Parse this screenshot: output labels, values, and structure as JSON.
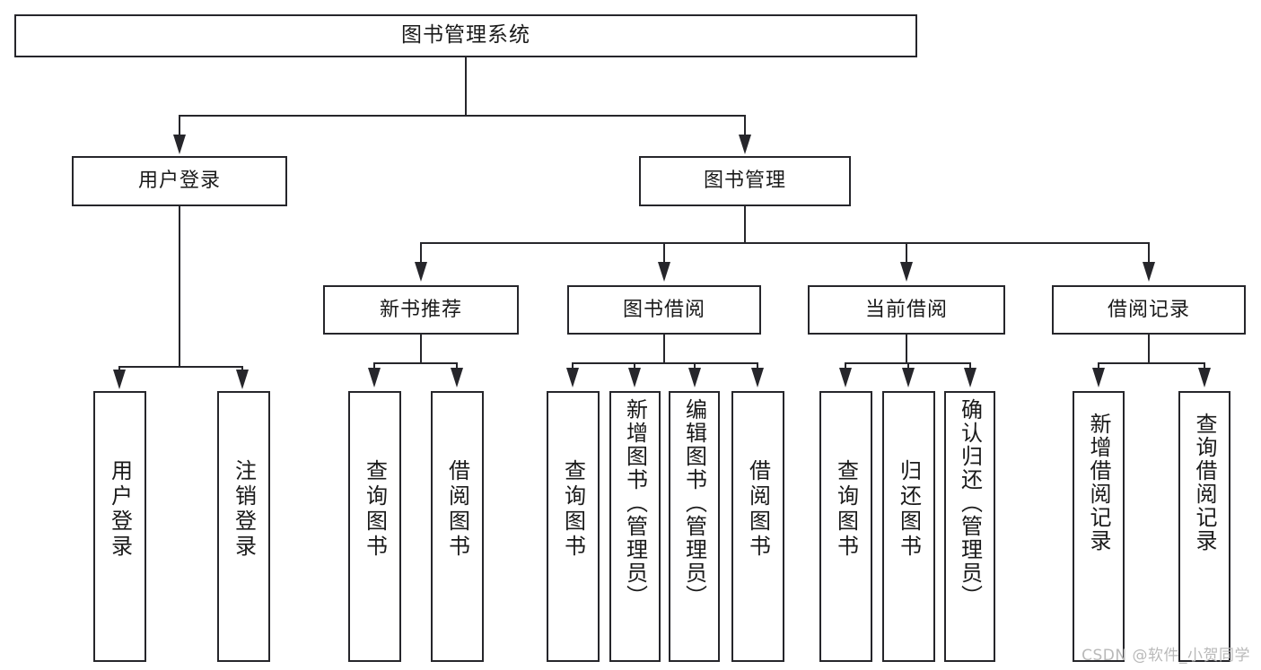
{
  "diagram": {
    "title": "图书管理系统",
    "type": "tree-hierarchy",
    "watermark": "CSDN @软件_小贺同学",
    "root": {
      "label": "图书管理系统"
    },
    "level1": [
      {
        "label": "用户登录"
      },
      {
        "label": "图书管理"
      }
    ],
    "level2": [
      {
        "label": "新书推荐"
      },
      {
        "label": "图书借阅"
      },
      {
        "label": "当前借阅"
      },
      {
        "label": "借阅记录"
      }
    ],
    "leaves": [
      {
        "label": "用户登录",
        "parent": "用户登录"
      },
      {
        "label": "注销登录",
        "parent": "用户登录"
      },
      {
        "label": "查询图书",
        "parent": "新书推荐"
      },
      {
        "label": "借阅图书",
        "parent": "新书推荐"
      },
      {
        "label": "查询图书",
        "parent": "图书借阅"
      },
      {
        "label": "新增图书（管理员）",
        "parent": "图书借阅"
      },
      {
        "label": "编辑图书（管理员）",
        "parent": "图书借阅"
      },
      {
        "label": "借阅图书",
        "parent": "图书借阅"
      },
      {
        "label": "查询图书",
        "parent": "当前借阅"
      },
      {
        "label": "归还图书",
        "parent": "当前借阅"
      },
      {
        "label": "确认归还（管理员）",
        "parent": "当前借阅"
      },
      {
        "label": "新增借阅记录",
        "parent": "借阅记录"
      },
      {
        "label": "查询借阅记录",
        "parent": "借阅记录"
      }
    ],
    "colors": {
      "stroke": "#26262b",
      "fill": "#ffffff",
      "text": "#1a1a1a",
      "watermark": "#b9b9b9"
    }
  }
}
